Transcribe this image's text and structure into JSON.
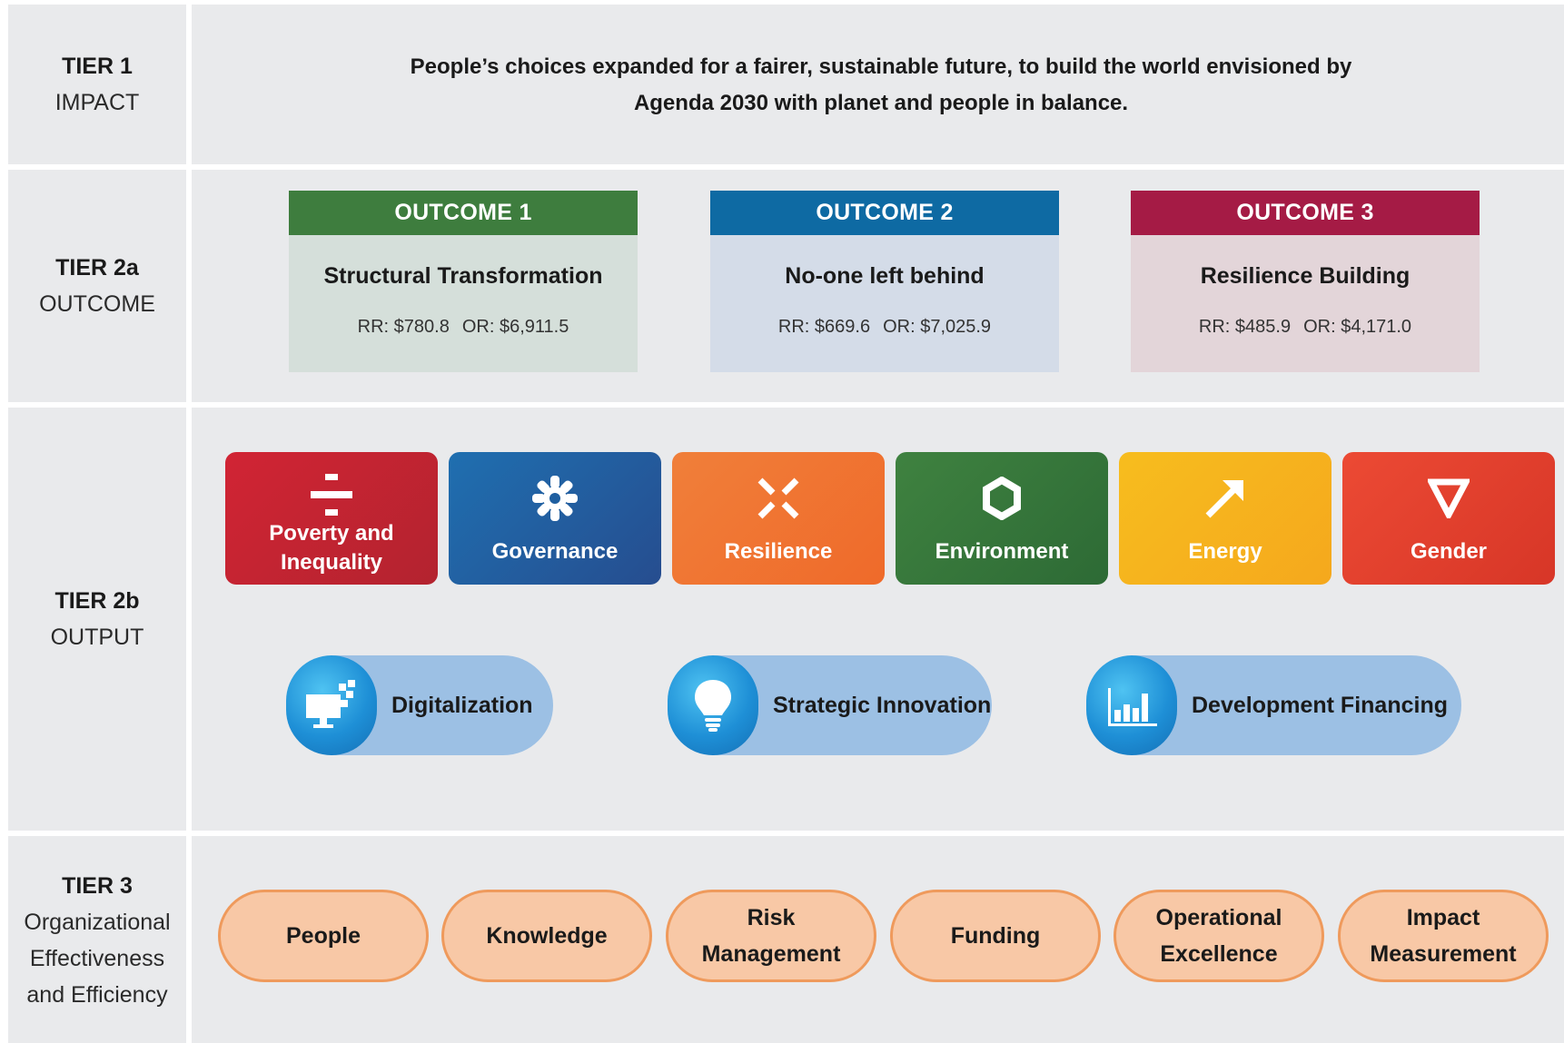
{
  "tiers": [
    {
      "title": "TIER 1",
      "subtitle": "IMPACT"
    },
    {
      "title": "TIER 2a",
      "subtitle": "OUTCOME"
    },
    {
      "title": "TIER 2b",
      "subtitle": "OUTPUT"
    },
    {
      "title": "TIER 3",
      "subtitle": [
        "Organizational",
        "Effectiveness",
        "and Efficiency"
      ]
    }
  ],
  "impact": {
    "line1": "People’s choices expanded for a fairer, sustainable future, to build the world envisioned by",
    "line2": "Agenda 2030 with planet and people in balance."
  },
  "outcomes": [
    {
      "header": "OUTCOME 1",
      "name": "Structural Transformation",
      "rr": "RR: $780.8",
      "or": "OR: $6,911.5",
      "color": "#3e7d3e",
      "bg": "#d5dfda"
    },
    {
      "header": "OUTCOME 2",
      "name": "No-one left behind",
      "rr": "RR: $669.6",
      "or": "OR: $7,025.9",
      "color": "#0e6aa3",
      "bg": "#d4dce8"
    },
    {
      "header": "OUTCOME 3",
      "name": "Resilience Building",
      "rr": "RR: $485.9",
      "or": "OR: $4,171.0",
      "color": "#a51b45",
      "bg": "#e3d5d9"
    }
  ],
  "outputs": [
    {
      "label": "Poverty and Inequality",
      "line1": "Poverty and",
      "line2": "Inequality",
      "icon": "divide-icon",
      "colors": [
        "#d12434",
        "#b3232f"
      ]
    },
    {
      "label": "Governance",
      "icon": "gear-icon",
      "colors": [
        "#1f6fb0",
        "#264d8f"
      ]
    },
    {
      "label": "Resilience",
      "icon": "cross-arrows-icon",
      "colors": [
        "#f07f3a",
        "#ef6a2a"
      ]
    },
    {
      "label": "Environment",
      "icon": "hexagon-icon",
      "colors": [
        "#3f8240",
        "#2d6a35"
      ]
    },
    {
      "label": "Energy",
      "icon": "arrow-up-right-icon",
      "colors": [
        "#f7bd1e",
        "#f5a81d"
      ]
    },
    {
      "label": "Gender",
      "icon": "triangle-down-icon",
      "colors": [
        "#ec4a34",
        "#d73627"
      ]
    }
  ],
  "accelerators": [
    {
      "label": "Digitalization",
      "icon": "computer-icon"
    },
    {
      "label": "Strategic Innovation",
      "icon": "lightbulb-icon"
    },
    {
      "label": "Development Financing",
      "icon": "bar-chart-icon"
    }
  ],
  "enablers": [
    {
      "line1": "People"
    },
    {
      "line1": "Knowledge"
    },
    {
      "line1": "Risk",
      "line2": "Management"
    },
    {
      "line1": "Funding"
    },
    {
      "line1": "Operational",
      "line2": "Excellence"
    },
    {
      "line1": "Impact",
      "line2": "Measurement"
    }
  ]
}
